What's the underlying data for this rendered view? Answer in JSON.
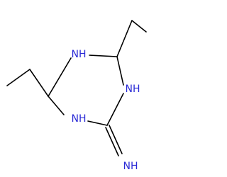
{
  "molecule": {
    "atoms": {
      "n_top": {
        "label": "N",
        "h": "H",
        "color": "#2a2ad6"
      },
      "n_right": {
        "label": "N",
        "h": "H",
        "color": "#2a2ad6"
      },
      "n_bottom": {
        "label": "N",
        "h": "H",
        "color": "#2a2ad6"
      },
      "imine": {
        "label": "NH",
        "color": "#2a2ad6"
      }
    }
  }
}
